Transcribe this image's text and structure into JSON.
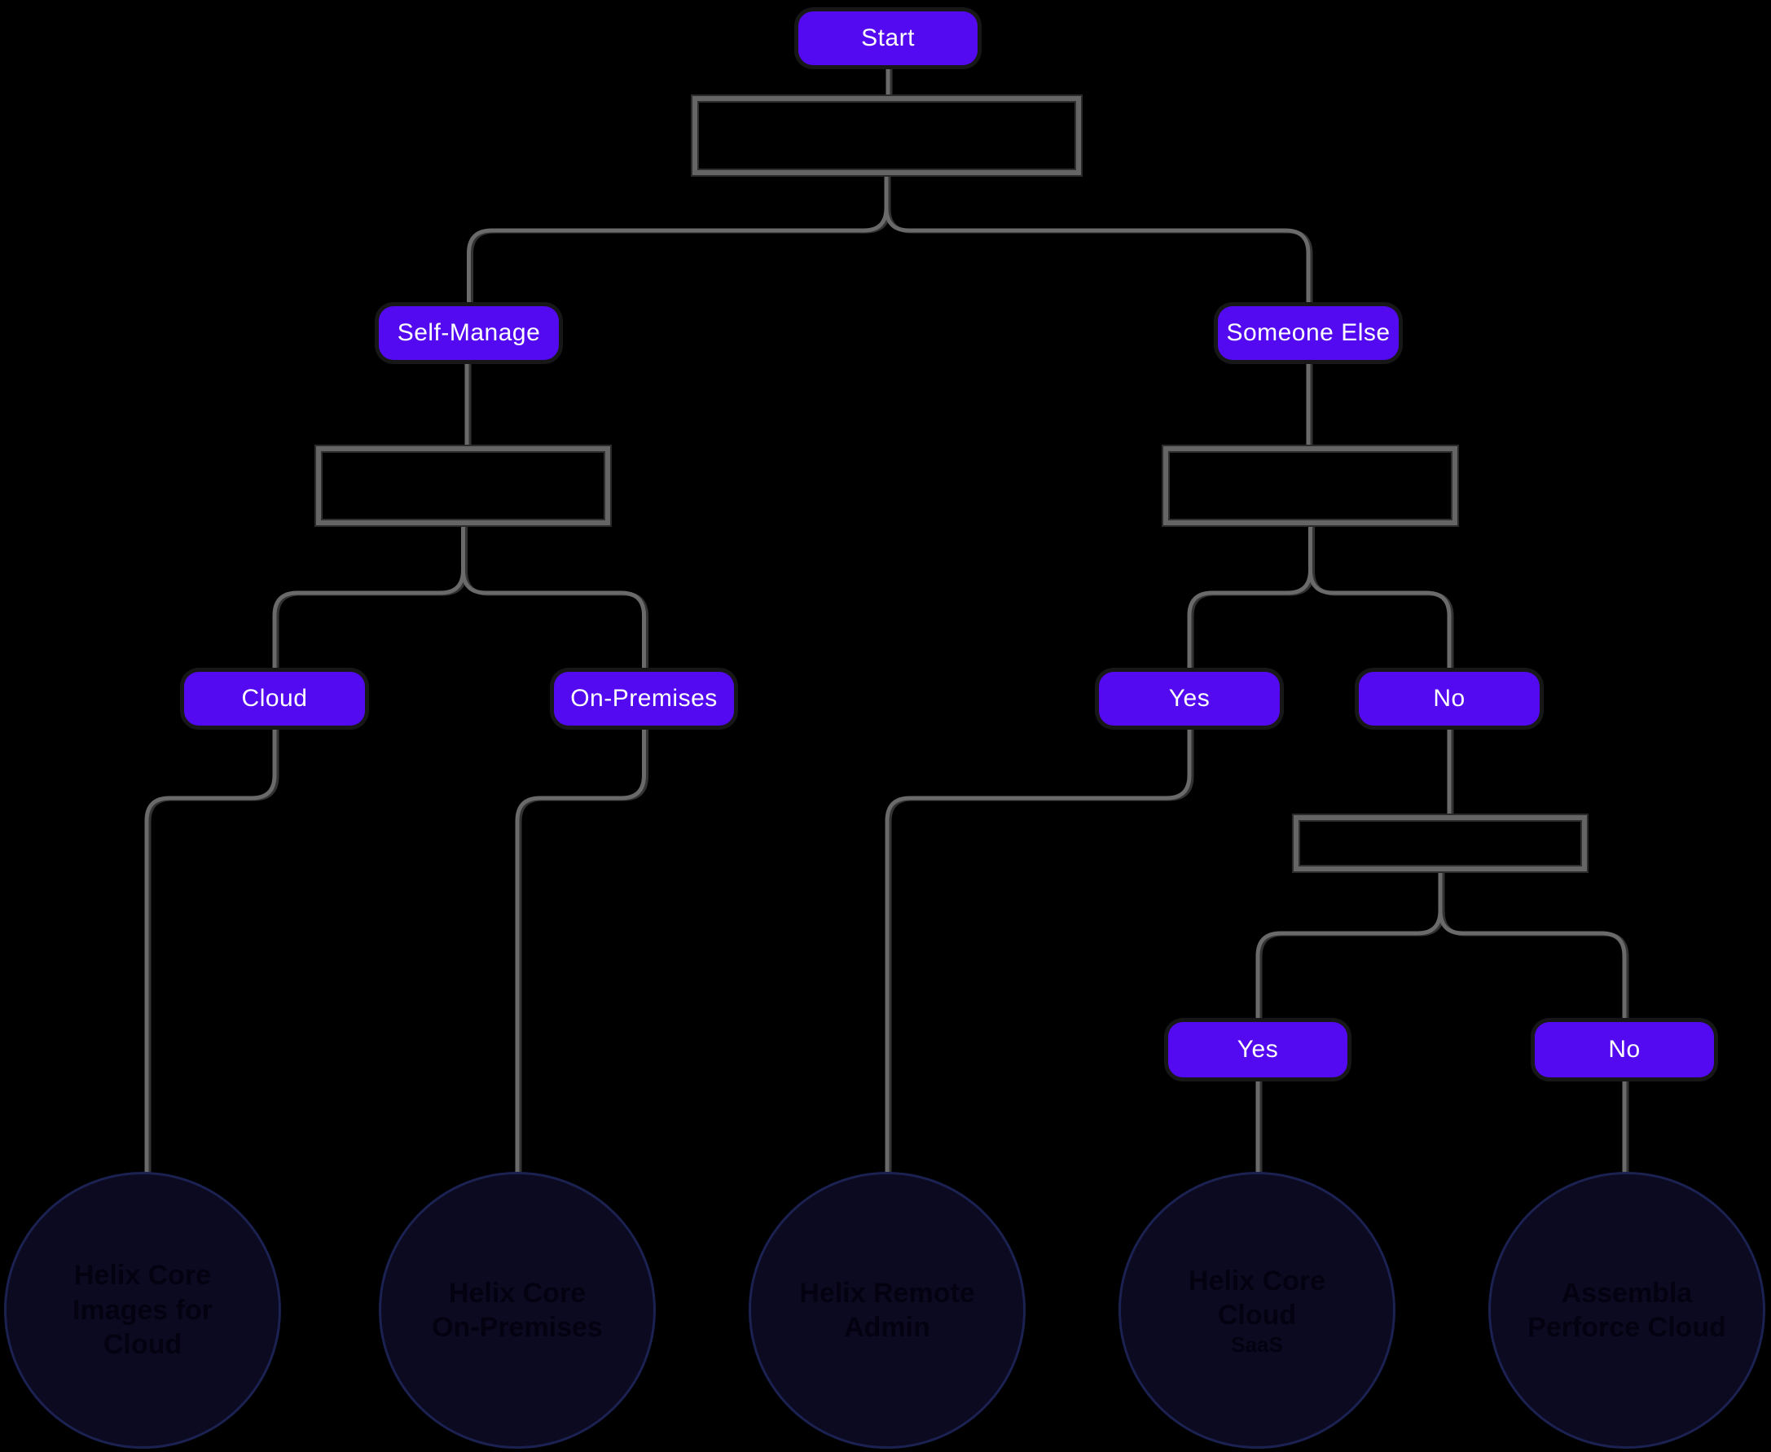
{
  "colors": {
    "background": "#000000",
    "option_pill": "#530af0",
    "option_pill_text": "#ffffff",
    "connector": "#6a6a6a",
    "question_box_border": "#656565",
    "outcome_fill": "#0c0a21",
    "outcome_border": "#1b2150",
    "outcome_text": "#040211"
  },
  "nodes": {
    "start": {
      "label": "Start"
    },
    "self_manage": {
      "label": "Self-Manage"
    },
    "someone_else": {
      "label": "Someone Else"
    },
    "cloud": {
      "label": "Cloud"
    },
    "on_premises": {
      "label": "On-Premises"
    },
    "managed_yes": {
      "label": "Yes"
    },
    "managed_no": {
      "label": "No"
    },
    "second_yes": {
      "label": "Yes"
    },
    "second_no": {
      "label": "No"
    }
  },
  "question_boxes": [
    {
      "label": ""
    },
    {
      "label": ""
    },
    {
      "label": ""
    },
    {
      "label": ""
    }
  ],
  "outcomes": [
    {
      "label": "Helix Core Images for Cloud",
      "sub": ""
    },
    {
      "label": "Helix Core On-Premises",
      "sub": ""
    },
    {
      "label": "Helix Remote Admin",
      "sub": ""
    },
    {
      "label": "Helix Core Cloud",
      "sub": "SaaS"
    },
    {
      "label": "Assembla Perforce Cloud",
      "sub": ""
    }
  ]
}
